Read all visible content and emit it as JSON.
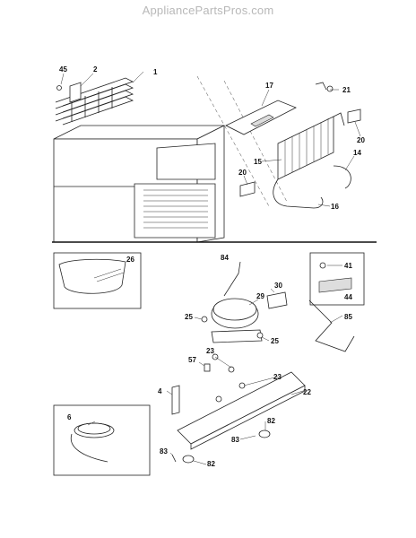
{
  "watermark": "AppliancePartsPros.com",
  "labels": {
    "p1": "1",
    "p2": "2",
    "p45": "45",
    "p17": "17",
    "p21": "21",
    "p20a": "20",
    "p20b": "20",
    "p15": "15",
    "p14": "14",
    "p16": "16",
    "p26": "26",
    "p84": "84",
    "p41": "41",
    "p44": "44",
    "p30": "30",
    "p29": "29",
    "p25a": "25",
    "p25b": "25",
    "p85": "85",
    "p23a": "23",
    "p23b": "23",
    "p57": "57",
    "p4": "4",
    "p22": "22",
    "p6": "6",
    "p82a": "82",
    "p82b": "82",
    "p83a": "83",
    "p83b": "83"
  },
  "colors": {
    "line": "#222222",
    "watermark": "#b8b8b8",
    "divider": "#111111"
  }
}
